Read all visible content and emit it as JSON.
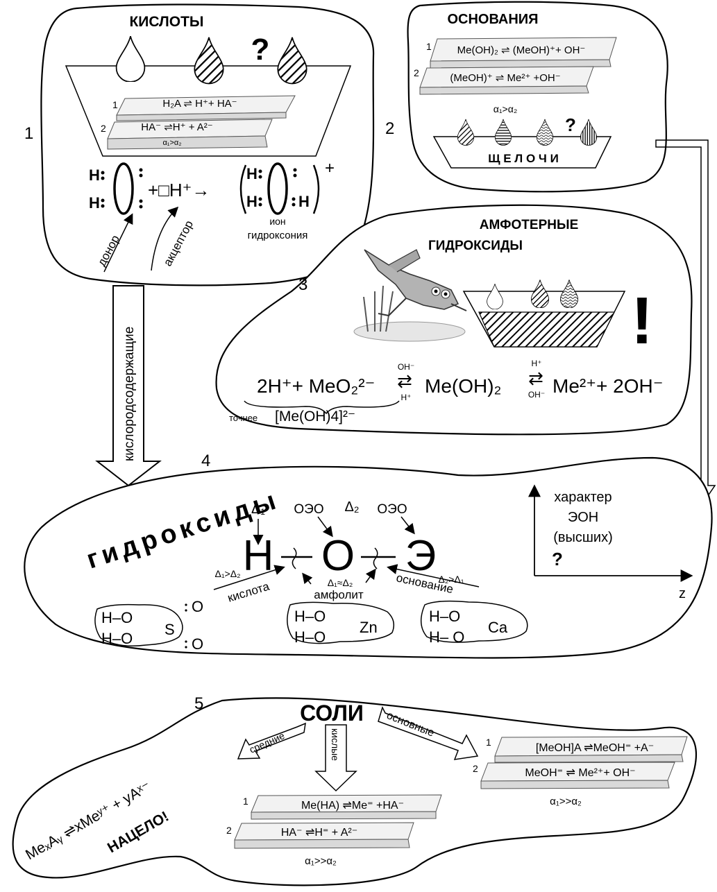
{
  "section_numbers": [
    "1",
    "2",
    "3",
    "4",
    "5"
  ],
  "acids": {
    "title": "КИСЛОТЫ",
    "question": "?",
    "step1_num": "1",
    "step1": "H₂A ⇌ H⁺+ HA⁻",
    "step2_num": "2",
    "step2": "HA⁻ ⇌H⁺ + A²⁻",
    "alpha": "α₁>α₂",
    "hydronium_plus": "+□H⁺→",
    "charge": "+",
    "h": "H",
    "ion_line1": "ион",
    "ion_line2": "гидроксония",
    "donor": "донор",
    "acceptor": "акцептор"
  },
  "bases": {
    "title": "ОСНОВАНИЯ",
    "step1_num": "1",
    "step1": "Me(OH)₂ ⇌ (MeOH)⁺+  OH⁻",
    "step2_num": "2",
    "step2": "(MeOH)⁺ ⇌ Me²⁺ +OH⁻",
    "alpha": "α₁>α₂",
    "question": "?",
    "alkali": "Щ Е Л О Ч И"
  },
  "amphoteric": {
    "title_line1": "АМФОТЕРНЫЕ",
    "title_line2": "ГИДРОКСИДЫ",
    "exclaim": "!",
    "eq_left": "2H⁺+ MeO₂²⁻",
    "eq_mid": "Me(OH)₂",
    "eq_right": "Me²⁺+ 2OH⁻",
    "arrow1_top": "OH⁻",
    "arrow1_bottom": "H⁺",
    "arrow2_top": "H⁺",
    "arrow2_bottom": "OH⁻",
    "note_prefix": "точнее",
    "note": "[Me(OH)4]²⁻"
  },
  "oxygen_acids_label": "кислородсодержащие",
  "hydroxides": {
    "title": "гидроксиды",
    "H": "H",
    "O": "O",
    "E": "Э",
    "delta1": "Δ₁",
    "delta2": "Δ₂",
    "oeo1": "ОЭО",
    "oeo2": "ОЭО",
    "cond_acid": "Δ₁>Δ₂",
    "acid": "кислота",
    "cond_amph": "Δ₁≈Δ₂",
    "ampholyte": "амфолит",
    "cond_base": "Δ₂>Δ₁",
    "base": "основание",
    "axis_y1": "характер",
    "axis_y2": "ЭОН",
    "axis_y3": "(высших)",
    "axis_q": "?",
    "axis_x": "z",
    "s_row1": "H–O",
    "s_row2": "H–O",
    "s_el": "S",
    "s_o1": "O",
    "s_o2": "O",
    "zn_row1": "H–O",
    "zn_row2": "H–O",
    "zn_el": "Zn",
    "ca_row1": "H–O",
    "ca_row2": "H– O",
    "ca_el": "Ca"
  },
  "salts": {
    "title": "СОЛИ",
    "middle": "средние",
    "acidic": "кислые",
    "basic": "основные",
    "dissociation": "MeₓAᵧ ⇌xMeʸ⁺ + yAˣ⁻",
    "completely": "НАЦЕЛО!",
    "acid_step1_num": "1",
    "acid_step1": "Me(HA) ⇌Me⁼ +HA⁻",
    "acid_step2_num": "2",
    "acid_step2": "HA⁻ ⇌H⁼ + A²⁻",
    "acid_alpha": "α₁>>α₂",
    "basic_step1_num": "1",
    "basic_step1": "[MeOH]A ⇌MeOH⁼ +A⁻",
    "basic_step2_num": "2",
    "basic_step2": "MeOH⁼ ⇌ Me²⁺+ OH⁻",
    "basic_alpha": "α₁>>α₂"
  }
}
